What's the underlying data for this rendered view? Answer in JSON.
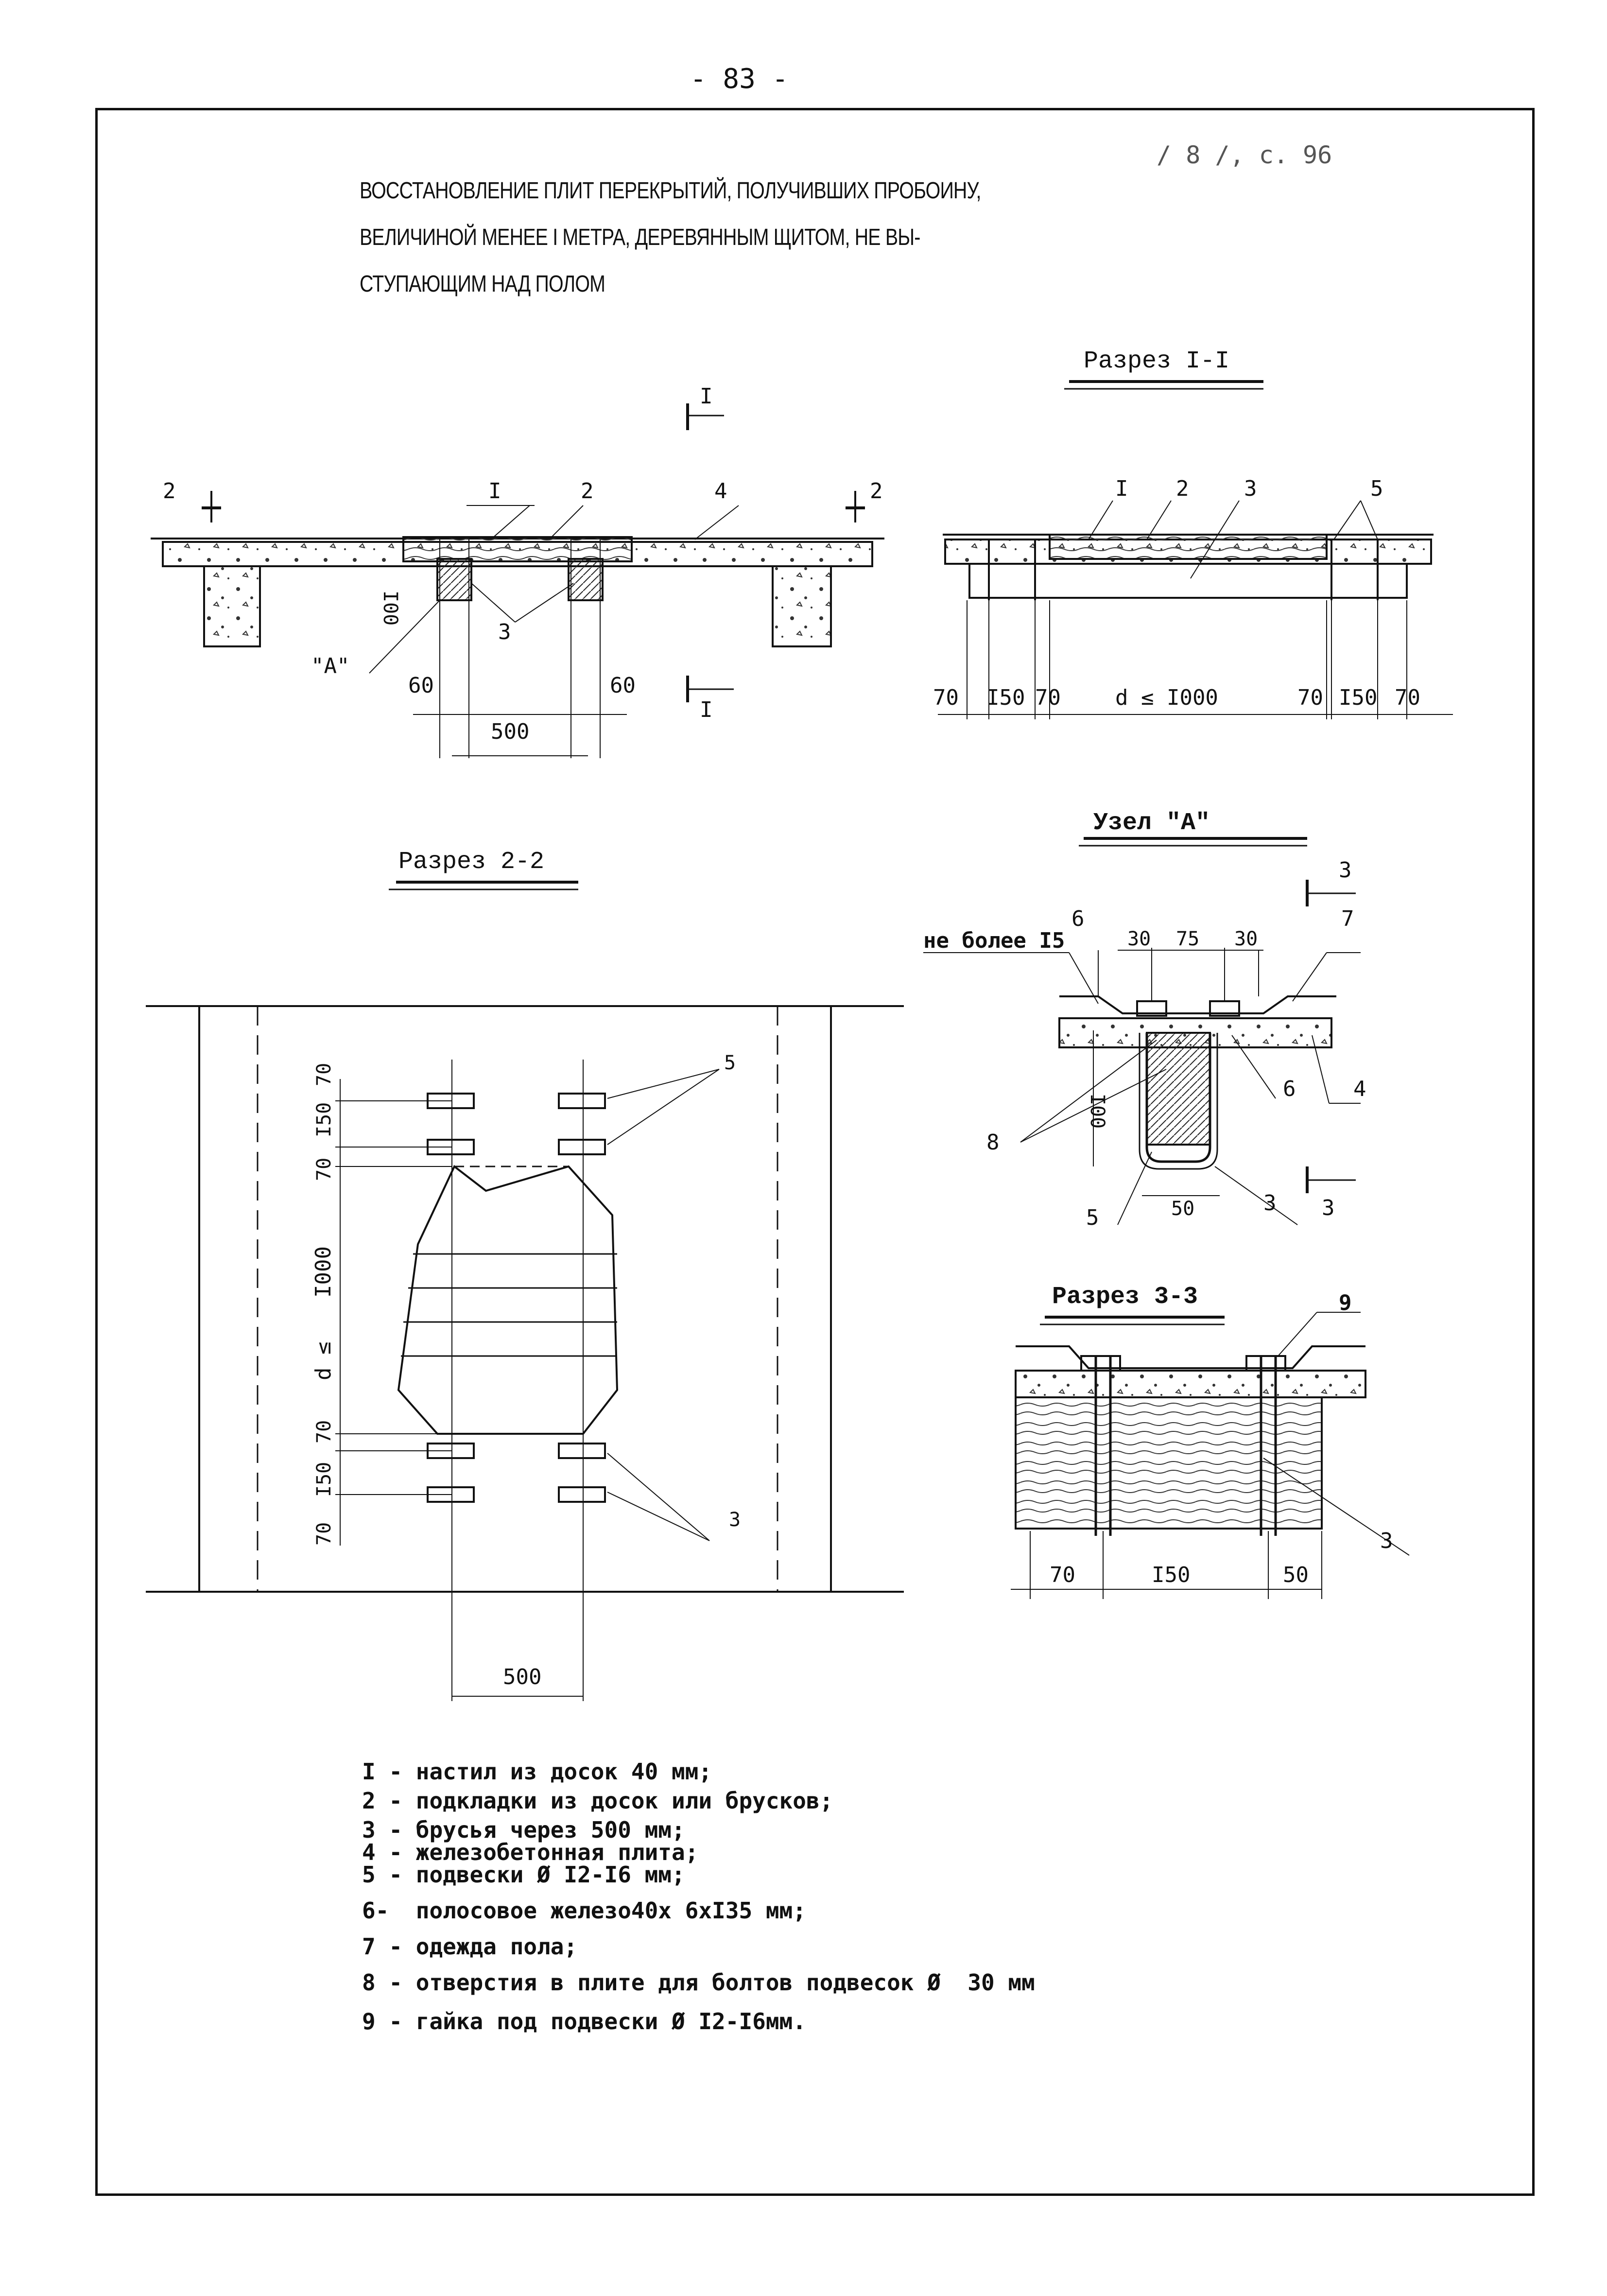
{
  "page_number": "- 83 -",
  "reference": "/ 8 /, с. 96",
  "title_lines": [
    "ВОССТАНОВЛЕНИЕ ПЛИТ ПЕРЕКРЫТИЙ, ПОЛУЧИВШИХ ПРОБОИНУ,",
    "ВЕЛИЧИНОЙ МЕНЕЕ I МЕТРА, ДЕРЕВЯННЫМ ЩИТОМ, НЕ ВЫ-",
    "СТУПАЮЩИМ НАД ПОЛОМ"
  ],
  "captions": {
    "section_1": "Разрез I-I",
    "section_2": "Разрез 2-2",
    "node_a": "Узел \"А\"",
    "section_3": "Разрез 3-3"
  },
  "plan": {
    "markers": [
      "2",
      "2",
      "I",
      "I"
    ],
    "callouts": [
      "I",
      "2",
      "4",
      "3",
      "\"А\""
    ],
    "dims": [
      "I00",
      "60",
      "60",
      "500"
    ]
  },
  "section_1": {
    "callouts": [
      "I",
      "2",
      "3",
      "5"
    ],
    "dims": [
      "70",
      "I50",
      "70",
      "d ≤ I000",
      "70",
      "I50",
      "70"
    ]
  },
  "section_2": {
    "dims_vertical": [
      "70",
      "I50",
      "70",
      "I000",
      "d ≤",
      "70",
      "I50",
      "70"
    ],
    "dim_bottom": "500",
    "callouts": [
      "5",
      "3"
    ]
  },
  "node_a": {
    "note": "не более I5",
    "dims": [
      "30",
      "75",
      "30",
      "I00",
      "50"
    ],
    "callouts": [
      "6",
      "7",
      "6",
      "4",
      "8",
      "5",
      "3",
      "3",
      "3"
    ]
  },
  "section_3": {
    "dims": [
      "70",
      "I50",
      "50"
    ],
    "callouts": [
      "9",
      "3"
    ]
  },
  "legend": [
    "I - настил из досок 40 мм;",
    "2 - подкладки из досок или брусков;",
    "3 - брусья через 500 мм;",
    "4 - железобетонная плита;",
    "5 - подвески Ø I2-I6 мм;",
    "6-  полосовое железо40х 6хI35 мм;",
    "7 - одежда пола;",
    "8 - отверстия в плите для болтов подвесок Ø  30 мм",
    "9 - гайка под подвески Ø I2-I6мм."
  ]
}
